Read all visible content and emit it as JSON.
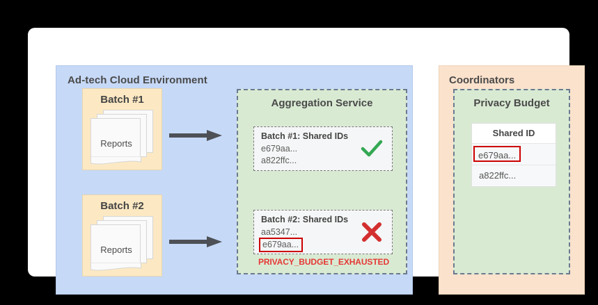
{
  "diagram": {
    "adtech_panel": {
      "title": "Ad-tech Cloud Environment",
      "bg_color": "#c6d9f7",
      "batches": [
        {
          "title": "Batch #1",
          "doc_label": "Reports"
        },
        {
          "title": "Batch #2",
          "doc_label": "Reports"
        }
      ],
      "aggregation_service": {
        "title": "Aggregation Service",
        "bg_color": "#d9ead3",
        "results": [
          {
            "heading": "Batch #1: Shared IDs",
            "ids": [
              "e679aa...",
              "a822ffc..."
            ],
            "highlighted_id": "",
            "status_icon": "check-icon",
            "status_color": "#34a853"
          },
          {
            "heading": "Batch #2: Shared IDs",
            "ids": [
              "aa5347...",
              "e679aa..."
            ],
            "highlighted_id": "e679aa...",
            "status_icon": "cross-icon",
            "status_color": "#d32f2f"
          }
        ],
        "error_message": "PRIVACY_BUDGET_EXHAUSTED",
        "error_color": "#e53935"
      }
    },
    "coordinators_panel": {
      "title": "Coordinators",
      "bg_color": "#fbe2cc",
      "privacy_budget": {
        "title": "Privacy Budget",
        "bg_color": "#d9ead3",
        "table": {
          "header": "Shared ID",
          "rows": [
            {
              "value": "e679aa...",
              "highlighted": true
            },
            {
              "value": "a822ffc...",
              "highlighted": false
            }
          ]
        }
      }
    },
    "arrows": [
      {
        "name": "arrow-batch1-to-aggregation",
        "color": "#4d5156"
      },
      {
        "name": "arrow-batch2-to-aggregation",
        "color": "#4d5156"
      }
    ]
  }
}
